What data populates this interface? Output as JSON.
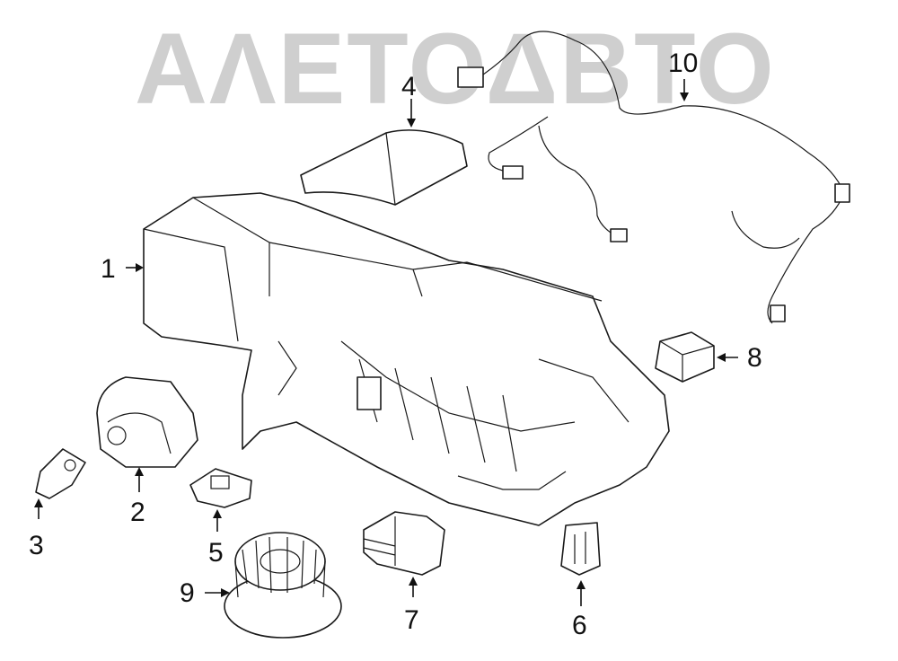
{
  "watermark": {
    "text": "ΑΛΕΤΟΔΒΤΟ"
  },
  "callouts": [
    {
      "id": "1",
      "label": "1"
    },
    {
      "id": "2",
      "label": "2"
    },
    {
      "id": "3",
      "label": "3"
    },
    {
      "id": "4",
      "label": "4"
    },
    {
      "id": "5",
      "label": "5"
    },
    {
      "id": "6",
      "label": "6"
    },
    {
      "id": "7",
      "label": "7"
    },
    {
      "id": "8",
      "label": "8"
    },
    {
      "id": "9",
      "label": "9"
    },
    {
      "id": "10",
      "label": "10"
    }
  ]
}
